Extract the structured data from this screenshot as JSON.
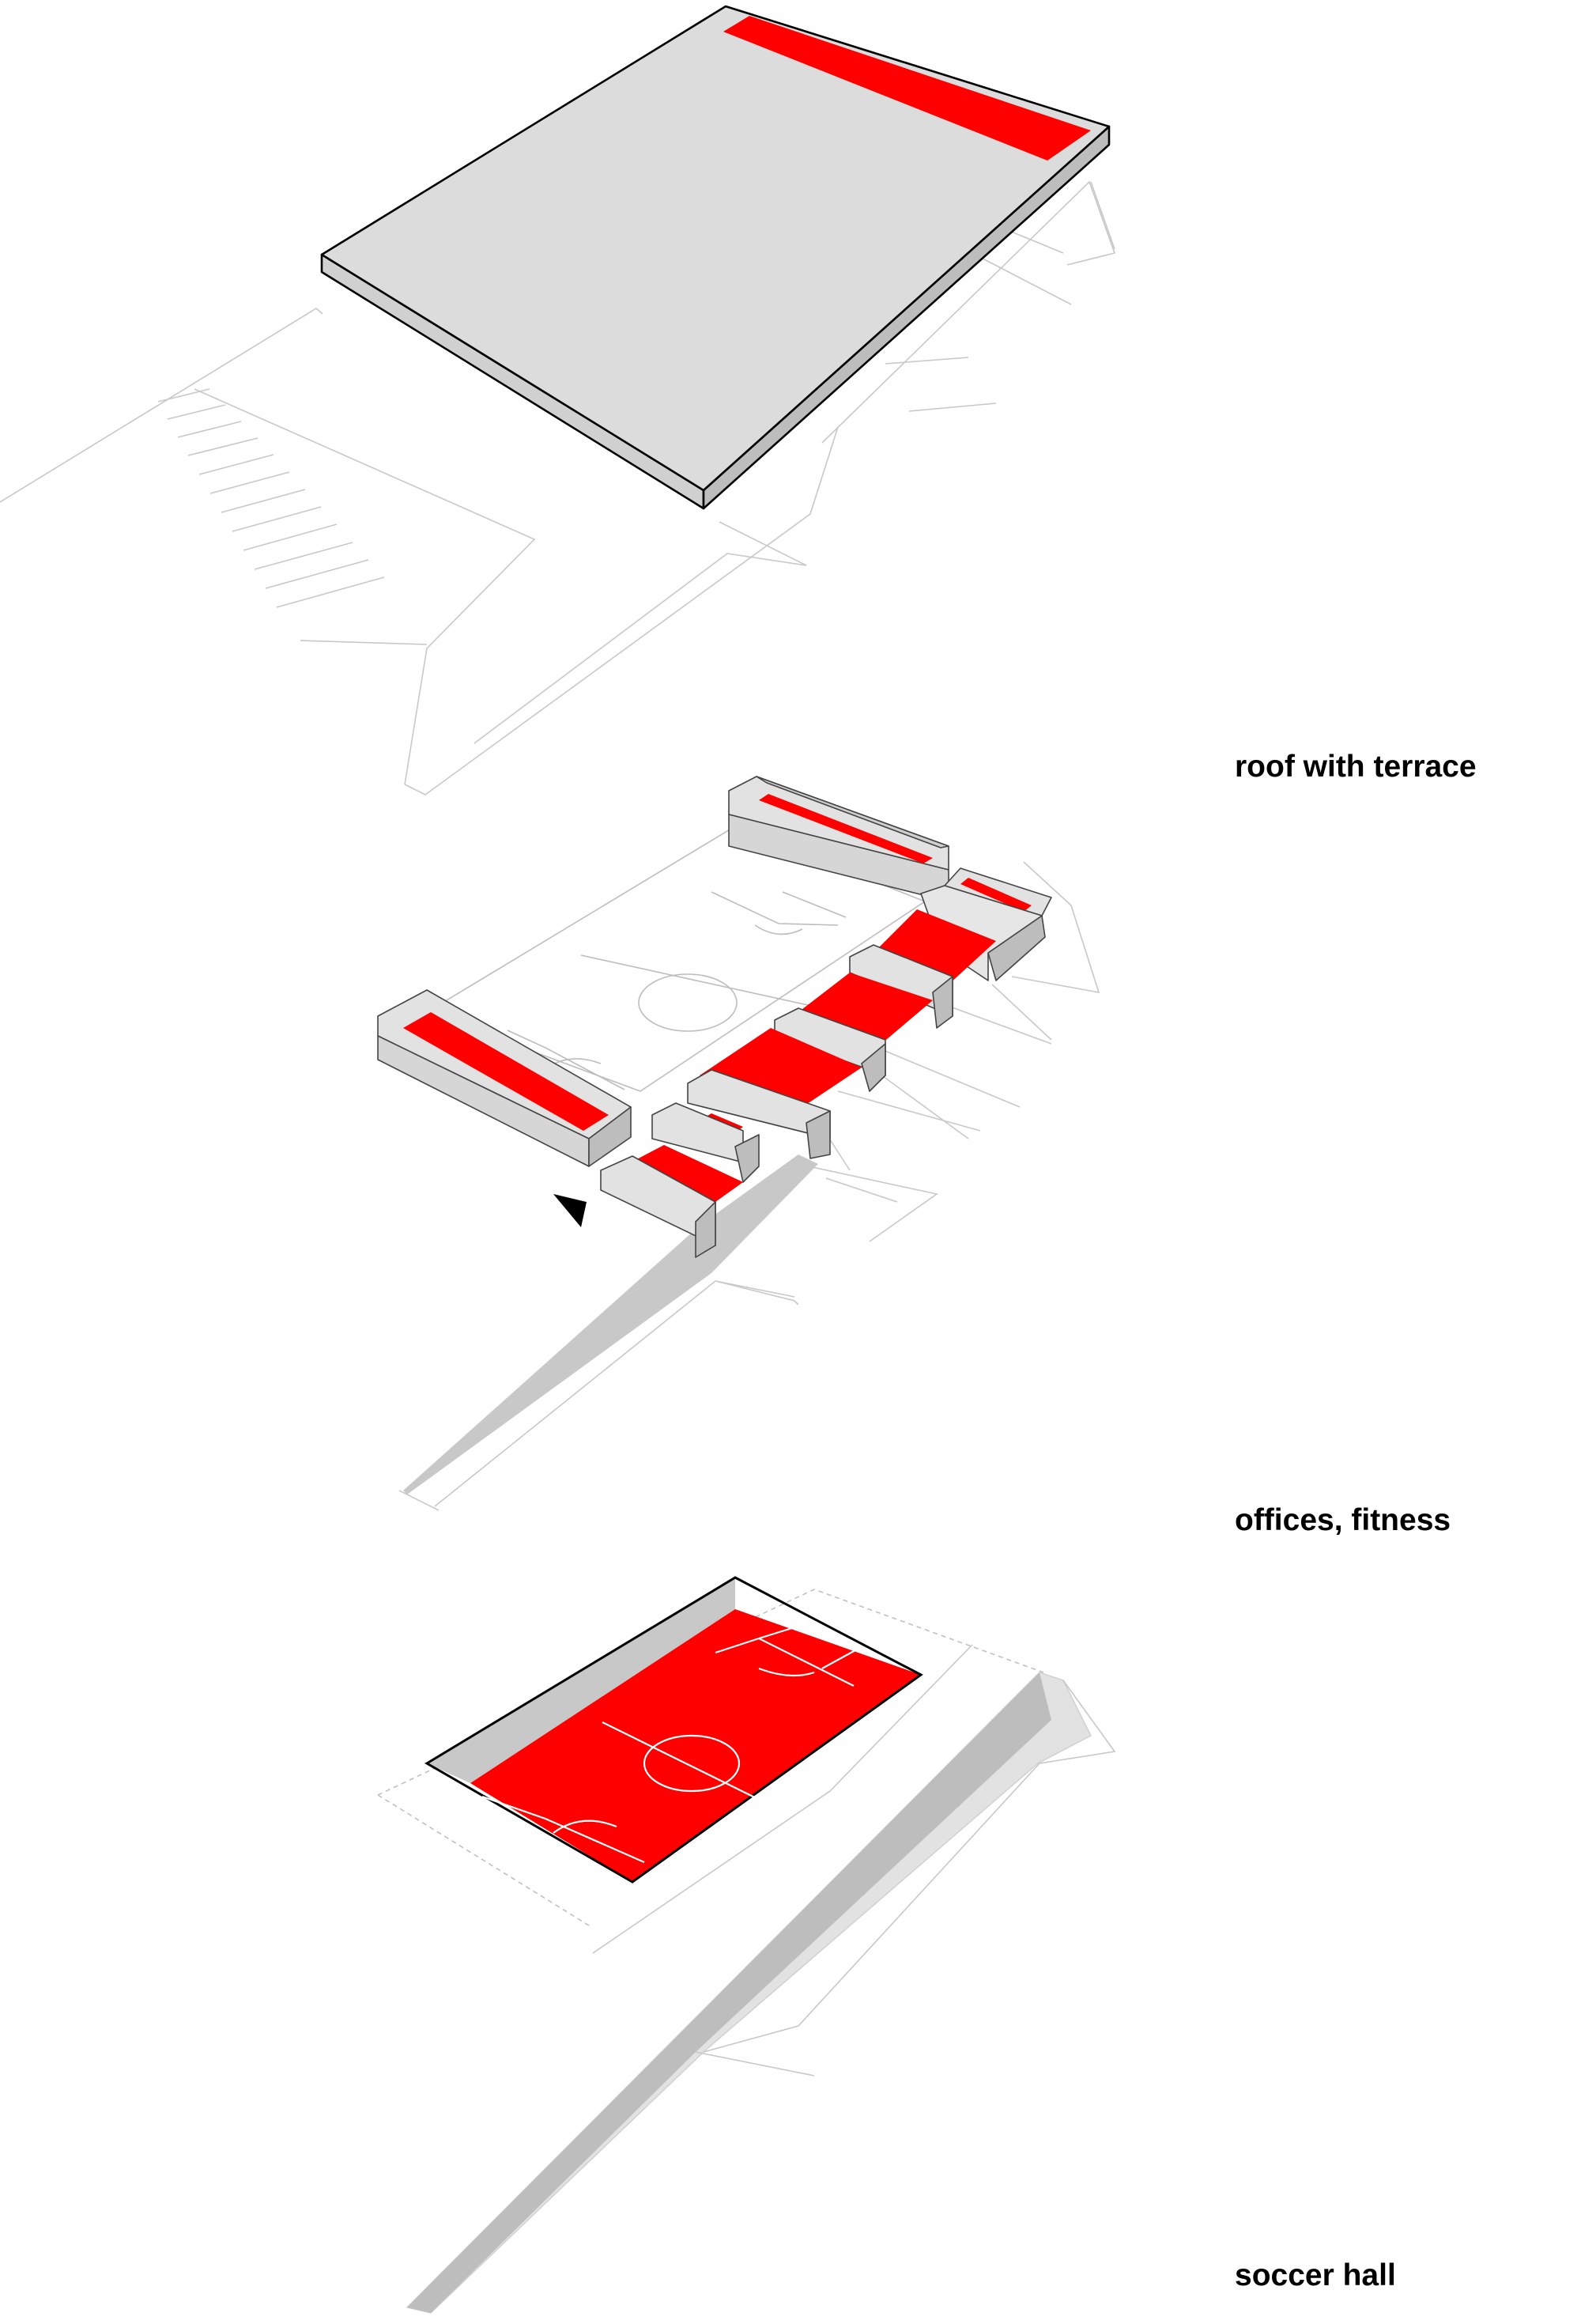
{
  "levels": [
    {
      "id": "roof",
      "label": "roof with terrace"
    },
    {
      "id": "offices",
      "label": "offices, fitness"
    },
    {
      "id": "soccer",
      "label": "soccer hall"
    }
  ],
  "colors": {
    "accent": "#ff0000",
    "slab_top": "#dcdcdc",
    "slab_side": "#c8c8c8",
    "wall": "#e2e2e2",
    "wall_dark": "#bfbfbf",
    "outline": "#000000",
    "faint_line": "#c8c8c8",
    "background": "#ffffff"
  }
}
